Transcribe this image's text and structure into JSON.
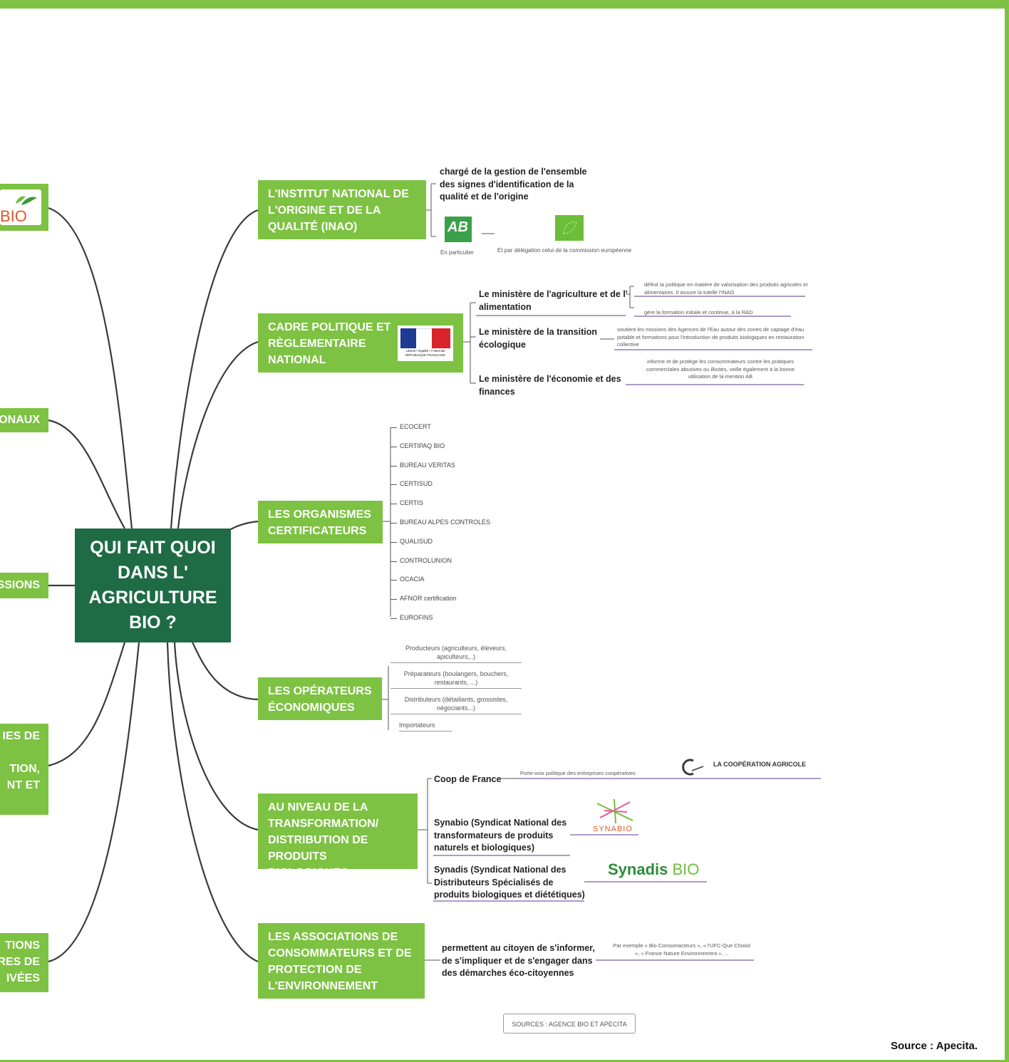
{
  "center": {
    "lines": [
      "QUI FAIT QUOI",
      "DANS L'",
      "AGRICULTURE",
      "BIO ?"
    ]
  },
  "left_partial": [
    {
      "lines": [
        "BIO"
      ],
      "id": "bio-logo"
    },
    {
      "lines": [
        "ONAUX"
      ]
    },
    {
      "lines": [
        "SSIONS"
      ]
    },
    {
      "lines": [
        "IES DE",
        "",
        "TION,",
        "NT ET"
      ]
    },
    {
      "lines": [
        "TIONS",
        "RES DE",
        "IVÉES"
      ]
    }
  ],
  "branches": {
    "inao": {
      "lines": [
        "L'INSTITUT NATIONAL DE",
        "L'ORIGINE ET DE LA",
        "QUALITÉ (INAO)"
      ],
      "desc": "chargé de la gestion de l'ensemble des signes d'identification de la qualité et de l'origine",
      "ab_logo": "AB",
      "ab_caption": "En particulier",
      "eu_caption": "Et par délégation celui de la commission européenne"
    },
    "cadre": {
      "lines": [
        "CADRE POLITIQUE ET",
        "RÈGLEMENTAIRE",
        "NATIONAL"
      ],
      "marianne": "Liberté • Égalité • Fraternité RÉPUBLIQUE FRANÇAISE",
      "ministries": [
        {
          "name": "Le ministère de l'agriculture et de l' alimentation",
          "notes": [
            "définit la politique en matière de valorisation des produits agricoles et alimentaires. Il assure la tutelle l'INAO",
            "gère la formation initiale et continue, à la R&D"
          ]
        },
        {
          "name": "Le ministère de la transition écologique",
          "notes": [
            "soutient les missions des Agences de l'Eau autour des zones de captage d'eau potable et formations pour l'introduction de produits biologiques en restauration collective"
          ]
        },
        {
          "name": "Le ministère de l'économie et des finances",
          "notes": [
            "informe et de protège les consommateurs contre les pratiques commerciales abusives ou illicites, veille également à la bonne utilisation de la mention AB"
          ]
        }
      ]
    },
    "organismes": {
      "lines": [
        "LES ORGANISMES",
        "CERTIFICATEURS"
      ],
      "items": [
        "ECOCERT",
        "CERTIPAQ BIO",
        "BUREAU VERITAS",
        "CERTISUD",
        "CERTIS",
        "BUREAU ALPES CONTROLES",
        "QUALISUD",
        "CONTROLUNION",
        "OCACIA",
        "AFNOR certification",
        "EUROFINS"
      ]
    },
    "operateurs": {
      "lines": [
        "LES OPÉRATEURS",
        "ÉCONOMIQUES"
      ],
      "items": [
        "Producteurs (agriculteurs, éleveurs, apiculteurs,..)",
        "Préparateurs (boulangers, bouchers, restaurants, ...)",
        "Distributeurs (détaillants, grossistes, négociants...)",
        "Importateurs"
      ]
    },
    "transformation": {
      "lines": [
        "AU NIVEAU DE LA",
        "TRANSFORMATION/",
        "DISTRIBUTION DE",
        "PRODUITS BIOLOGIQUES"
      ],
      "coop": "Coop de France",
      "coop_note": "Porte-voix politique des entreprises coopératives",
      "coop_logo": "LA COOPÉRATION AGRICOLE",
      "synabio": "Synabio (Syndicat National des transformateurs de produits naturels et biologiques)",
      "synabio_logo": "SYNABIO",
      "synadis": "Synadis (Syndicat National des Distributeurs Spécialisés de produits biologiques et diététiques)",
      "synadis_logo_a": "Synadis",
      "synadis_logo_b": "BIO"
    },
    "associations": {
      "lines": [
        "LES ASSOCIATIONS DE",
        "CONSOMMATEURS ET DE",
        "PROTECTION DE",
        "L'ENVIRONNEMENT"
      ],
      "desc": "permettent au citoyen de s'informer, de s'impliquer et de s'engager dans des démarches éco-citoyennes",
      "example": "Par exemple « Bio Consomacteurs », « l'UFC-Que Choisir », « France Nature Environnement », ..."
    }
  },
  "sources": "SOURCES : AGENCE BIO ET APECITA",
  "credit": "Source : Apecita.",
  "colors": {
    "green": "#7dc242",
    "dark_green": "#1e6b46",
    "purple_line": "#7b5fa6"
  }
}
